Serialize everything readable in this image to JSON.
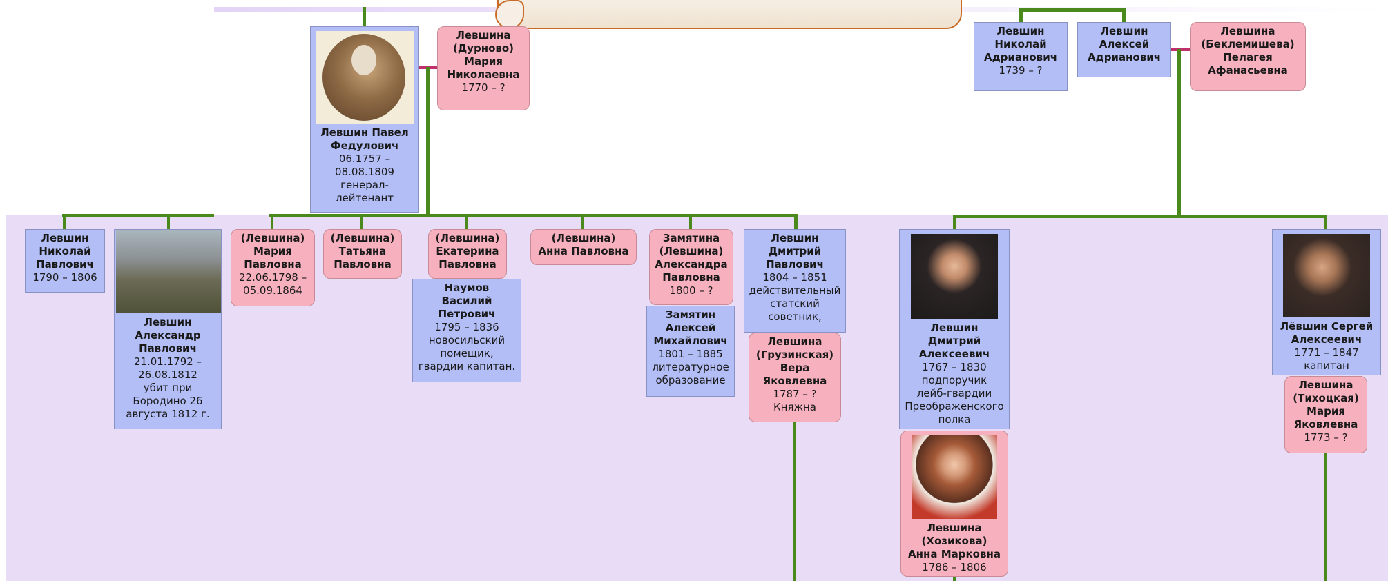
{
  "colors": {
    "male_box": "#b3bef7",
    "female_box": "#f7b0bd",
    "descent_line": "#4a8a1d",
    "marriage_line": "#c0306a",
    "generation_band": "#e8dcf7"
  },
  "icons": {
    "banner": "scroll-icon"
  },
  "people": {
    "pavel": {
      "name": "Левшин Павел\nФедулович",
      "details": "06.1757 –\n08.08.1809\nгенерал-\nлейтенант"
    },
    "maria_durnovo": {
      "name": "Левшина\n(Дурново)\nМария\nНиколаевна",
      "details": "1770 – ?"
    },
    "nikolai_adr": {
      "name": "Левшин\nНиколай\nАдрианович",
      "details": "1739 – ?"
    },
    "aleksei_adr": {
      "name": "Левшин\nАлексей\nАдрианович",
      "details": ""
    },
    "pelageya": {
      "name": "Левшина\n(Беклемишева)\nПелагея\nАфанасьевна",
      "details": ""
    },
    "nikolai_pav": {
      "name": "Левшин\nНиколай\nПавлович",
      "details": "1790 – 1806"
    },
    "aleksandr_pav": {
      "name": "Левшин\nАлександр\nПавлович",
      "details": "21.01.1792 –\n26.08.1812\nубит при\nБородино 26\nавгуста 1812 г."
    },
    "maria_pav": {
      "name": "(Левшина)\nМария\nПавловна",
      "details": "22.06.1798 –\n05.09.1864"
    },
    "tatyana_pav": {
      "name": "(Левшина)\nТатьяна\nПавловна",
      "details": ""
    },
    "ekaterina_pav": {
      "name": "(Левшина)\nЕкатерина\nПавловна",
      "details": ""
    },
    "naumov": {
      "name": "Наумов\nВасилий\nПетрович",
      "details": "1795 – 1836\nновосильский\nпомещик,\nгвардии капитан."
    },
    "anna_pav": {
      "name": "(Левшина)\nАнна Павловна",
      "details": ""
    },
    "aleksandra_pav": {
      "name": "Замятина\n(Левшина)\nАлександра\nПавловна",
      "details": "1800 – ?"
    },
    "zamyatin": {
      "name": "Замятин\nАлексей\nМихайлович",
      "details": "1801 – 1885\nлитературное\nобразование"
    },
    "dmitry_pav": {
      "name": "Левшин\nДмитрий\nПавлович",
      "details": "1804 – 1851\nдействительный\nстатский\nсоветник,"
    },
    "vera": {
      "name": "Левшина\n(Грузинская)\nВера\nЯковлевна",
      "details": "1787 – ?\nКняжна"
    },
    "dmitry_alek": {
      "name": "Левшин\nДмитрий\nАлексеевич",
      "details": "1767 – 1830\nподпоручик\nлейб-гвардии\nПреображенского\nполка"
    },
    "anna_khozikova": {
      "name": "Левшина\n(Хозикова)\nАнна Марковна",
      "details": "1786 – 1806"
    },
    "sergei_alek": {
      "name": "Лёвшин Сергей\nАлексеевич",
      "details": "1771 – 1847\nкапитан"
    },
    "maria_tikh": {
      "name": "Левшина\n(Тихоцкая)\nМария\nЯковлевна",
      "details": "1773 – ?"
    }
  }
}
